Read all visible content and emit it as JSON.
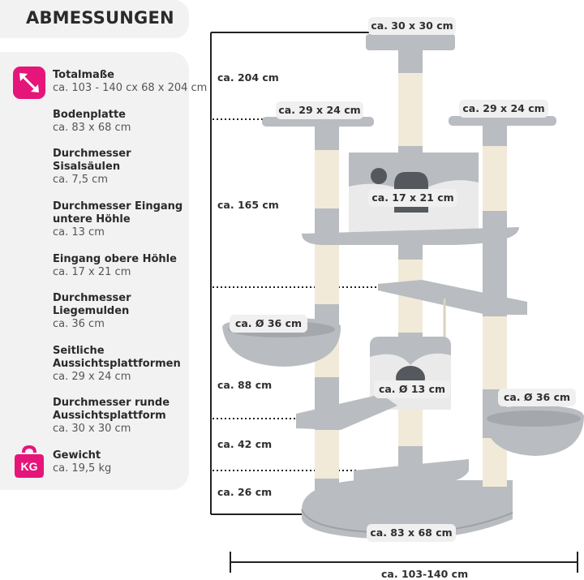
{
  "heading": "ABMESSUNGEN",
  "specs": [
    {
      "label": "Totalmaße",
      "value": "ca. 103 - 140 cx 68 x 204 cm"
    },
    {
      "label": "Bodenplatte",
      "value": "ca. 83 x 68 cm"
    },
    {
      "label": "Durchmesser\nSisalsäulen",
      "value": "ca. 7,5 cm"
    },
    {
      "label": "Durchmesser Eingang\nuntere Höhle",
      "value": "ca. 13 cm"
    },
    {
      "label": "Eingang obere Höhle",
      "value": "ca. 17 x 21 cm"
    },
    {
      "label": "Durchmesser\nLiegemulden",
      "value": "ca. 36 cm"
    },
    {
      "label": "Seitliche\nAussichtsplattformen",
      "value": "ca. 29 x 24 cm"
    },
    {
      "label": "Durchmesser runde\nAussichtsplattform",
      "value": "ca. 30 x 30 cm"
    },
    {
      "label": "Gewicht",
      "value": "ca. 19,5 kg"
    }
  ],
  "icons": {
    "total": "diagonal-arrow-icon",
    "weight": "kettlebell-kg-icon",
    "weight_text": "KG"
  },
  "colors": {
    "accent": "#e6157a",
    "panel": "#f2f2f2",
    "plush": "#b9bcc0",
    "sisal": "#f1ead9"
  },
  "heights": {
    "total": "ca. 204 cm",
    "h165": "ca. 165 cm",
    "h88": "ca. 88 cm",
    "h42": "ca. 42 cm",
    "h26": "ca. 26 cm"
  },
  "platforms": {
    "top": "ca. 30 x 30 cm",
    "left_side": "ca. 29 x 24 cm",
    "right_side": "ca. 29 x 24 cm",
    "upper_cave": "ca. 17 x 21 cm",
    "left_hammock": "ca. Ø 36 cm",
    "lower_cave": "ca. Ø 13 cm",
    "right_hammock": "ca. Ø 36 cm",
    "base": "ca. 83 x 68 cm"
  },
  "width": "ca. 103-140 cm"
}
